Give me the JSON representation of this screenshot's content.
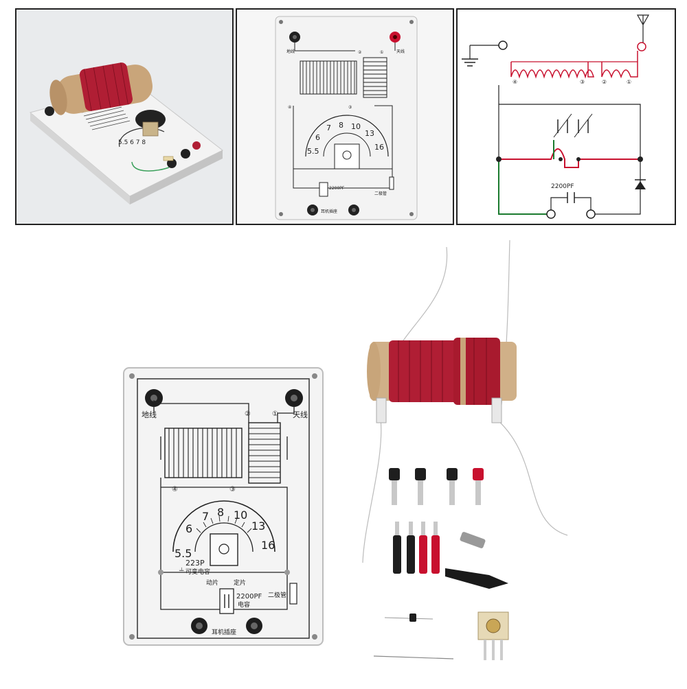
{
  "board": {
    "ground_label": "地线",
    "antenna_label": "天线",
    "dial_numbers": [
      "5.5",
      "6",
      "7",
      "8",
      "10",
      "13",
      "16"
    ],
    "cap_value": "223P",
    "cap_name": "可变电容",
    "moving_label": "动片",
    "fixed_label": "定片",
    "diode_label": "二极管",
    "fixed_cap_value": "2200PF",
    "fixed_cap_name": "电容",
    "earphone_label": "耳机插座",
    "taps": [
      "①",
      "②",
      "③",
      "④"
    ]
  },
  "schematic": {
    "cap_label": "2200PF",
    "taps": [
      "④",
      "③",
      "②",
      "①"
    ]
  },
  "colors": {
    "coil_red": "#b01e34",
    "wire_red": "#c8102e",
    "wire_green": "#1a7a2e",
    "board_white": "#f4f4f4"
  }
}
